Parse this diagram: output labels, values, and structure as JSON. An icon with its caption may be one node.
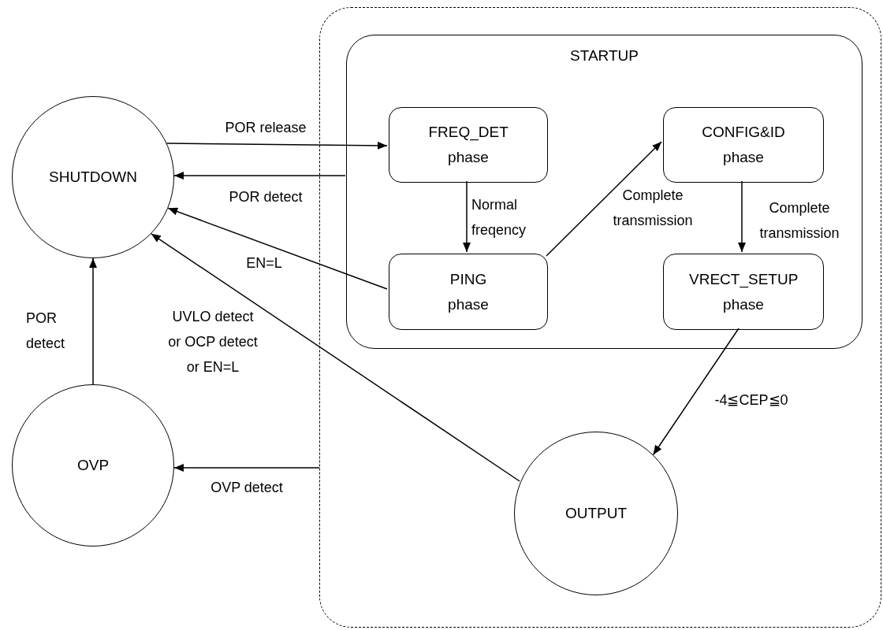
{
  "diagram": {
    "nodes": [
      {
        "text": [
          "SHUTDOWN"
        ]
      },
      {
        "text": [
          "OVP"
        ]
      },
      {
        "text": [],
        "shape": "box"
      },
      {
        "text": [
          "STARTUP"
        ],
        "in": 2
      },
      {
        "text": [
          "FREQ_DET phase"
        ],
        "in": 3
      },
      {
        "text": [
          "CONFIG&ID phase"
        ],
        "in": 3
      },
      {
        "text": [
          "PING phase"
        ],
        "in": 3
      },
      {
        "text": [
          "VRECT_SETUP phase"
        ],
        "in": 3
      },
      {
        "text": [
          "OUTPUT"
        ],
        "in": 2
      }
    ],
    "edges": [
      {
        "from": 0,
        "to": 4,
        "arrow": "to",
        "label": "POR release"
      },
      {
        "from": 3,
        "to": 0,
        "arrow": "to",
        "label": "POR detect"
      },
      {
        "from": 4,
        "to": 6,
        "arrow": "to",
        "label": "Normal freqency"
      },
      {
        "from": 6,
        "to": 5,
        "arrow": "to",
        "label": "Complete transmission"
      },
      {
        "from": 5,
        "to": 7,
        "arrow": "to",
        "label": "Complete transmission"
      },
      {
        "from": 6,
        "to": 0,
        "arrow": "to",
        "label": "EN=L"
      },
      {
        "from": 8,
        "to": 0,
        "arrow": "to",
        "label": "UVLO detect or OCP detect or EN=L"
      },
      {
        "from": 7,
        "to": 8,
        "arrow": "to",
        "label": "-4≦CEP≦0"
      },
      {
        "from": 2,
        "to": 1,
        "arrow": "to",
        "label": "OVP detect"
      },
      {
        "from": 1,
        "to": 0,
        "arrow": "to",
        "label": "POR detect"
      }
    ]
  }
}
